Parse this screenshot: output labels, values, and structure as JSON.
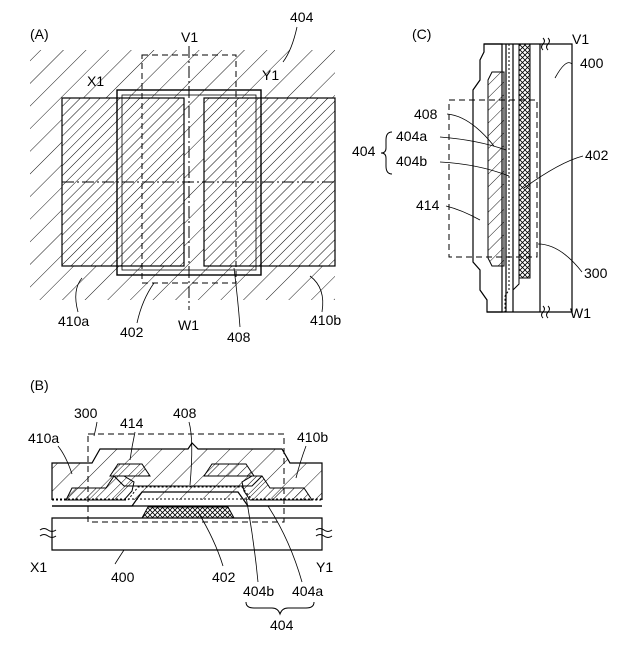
{
  "panels": {
    "a": {
      "label": "(A)",
      "v1": "V1",
      "w1": "W1",
      "x1": "X1",
      "y1": "Y1",
      "ref_404": "404",
      "ref_410a": "410a",
      "ref_402": "402",
      "ref_408": "408",
      "ref_410b": "410b"
    },
    "b": {
      "label": "(B)",
      "ref_300": "300",
      "ref_414": "414",
      "ref_408": "408",
      "ref_410a": "410a",
      "ref_410b": "410b",
      "x1": "X1",
      "y1": "Y1",
      "ref_400": "400",
      "ref_402": "402",
      "ref_404b": "404b",
      "ref_404a": "404a",
      "ref_404": "404"
    },
    "c": {
      "label": "(C)",
      "v1": "V1",
      "w1": "W1",
      "ref_400": "400",
      "ref_408": "408",
      "ref_404": "404",
      "ref_404a": "404a",
      "ref_404b": "404b",
      "ref_402": "402",
      "ref_414": "414",
      "ref_300": "300"
    }
  }
}
